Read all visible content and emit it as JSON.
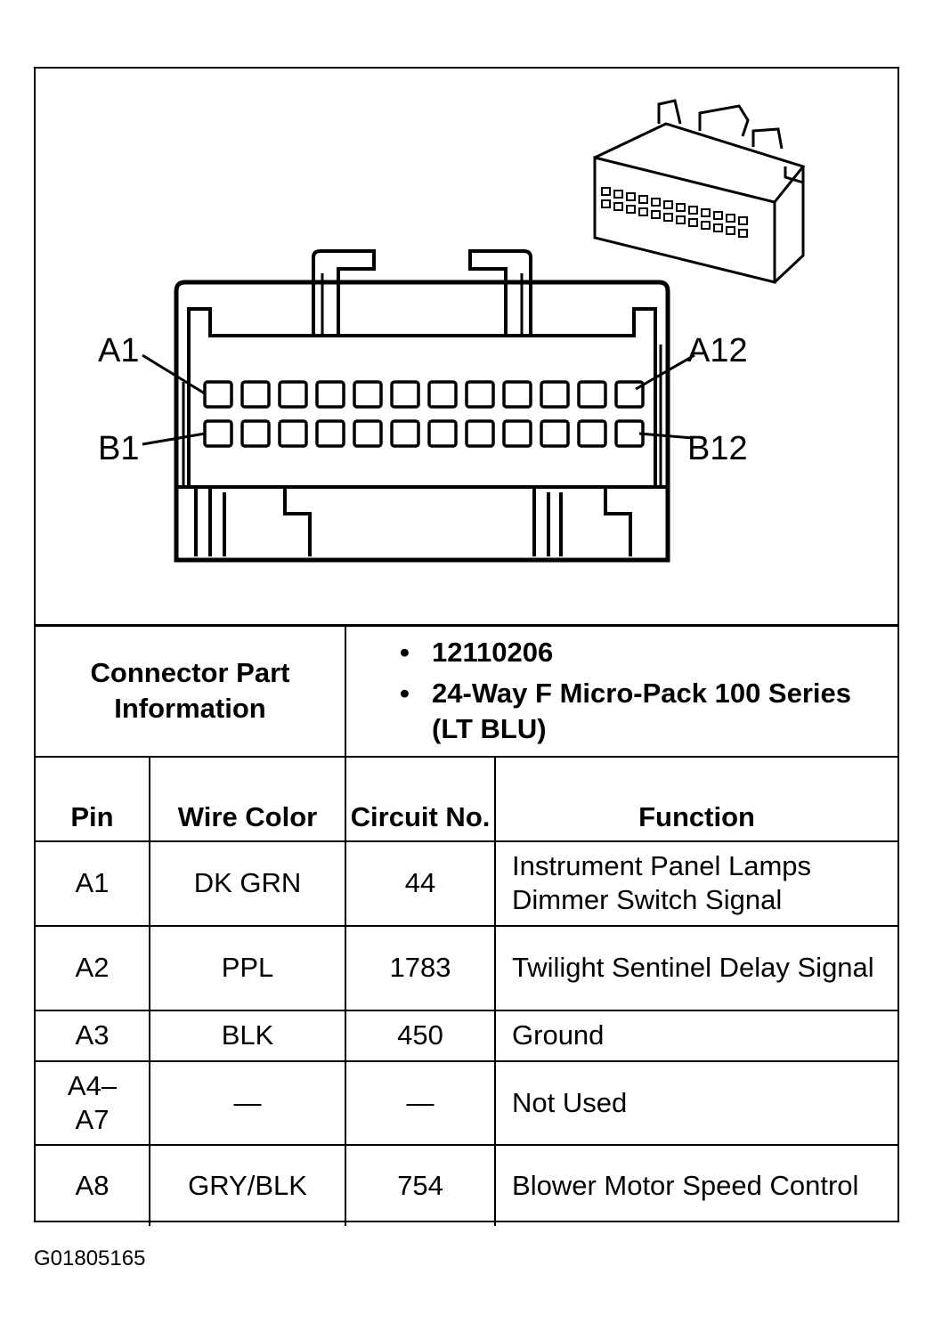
{
  "diagram": {
    "labels": {
      "a1": "A1",
      "a12": "A12",
      "b1": "B1",
      "b12": "B12"
    }
  },
  "connector_info": {
    "label": "Connector Part Information",
    "details": [
      "12110206",
      "24-Way F Micro-Pack 100 Series (LT BLU)"
    ]
  },
  "columns": {
    "pin": "Pin",
    "wire_color": "Wire Color",
    "circuit_no": "Circuit No.",
    "function": "Function"
  },
  "rows": [
    {
      "pin": "A1",
      "wire_color": "DK GRN",
      "circuit_no": "44",
      "function": "Instrument Panel Lamps Dimmer Switch Signal"
    },
    {
      "pin": "A2",
      "wire_color": "PPL",
      "circuit_no": "1783",
      "function": "Twilight Sentinel Delay Signal"
    },
    {
      "pin": "A3",
      "wire_color": "BLK",
      "circuit_no": "450",
      "function": "Ground"
    },
    {
      "pin": "A4–A7",
      "wire_color": "—",
      "circuit_no": "—",
      "function": "Not Used"
    },
    {
      "pin": "A8",
      "wire_color": "GRY/BLK",
      "circuit_no": "754",
      "function": "Blower Motor Speed Control"
    }
  ],
  "figure_id": "G01805165"
}
